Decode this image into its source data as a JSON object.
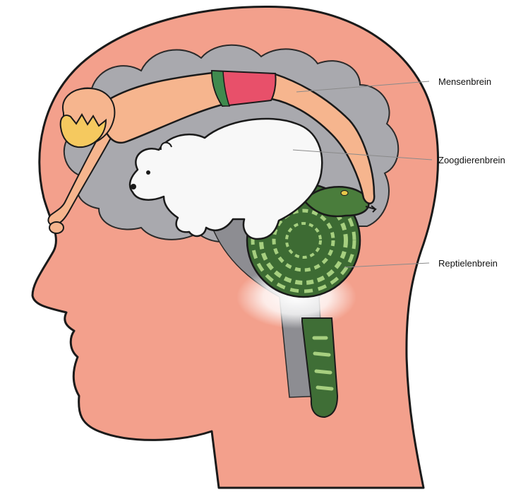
{
  "labels": {
    "human_brain": "Mensenbrein",
    "mammal_brain": "Zoogdierenbrein",
    "reptile_brain": "Reptielenbrein"
  },
  "colors": {
    "skin": "#f3a08c",
    "outline": "#1a1a1a",
    "brain_gray": "#a9a9ae",
    "brain_inner": "#8d8d92",
    "human_skin": "#f6b58e",
    "human_hair": "#f5c95f",
    "shorts": "#e8506a",
    "shorts_band": "#3f8a4e",
    "bear": "#f8f8f8",
    "snake_dark": "#2f5a2a",
    "snake_light": "#a6cf7f",
    "leader_line": "#8a8a8a"
  }
}
